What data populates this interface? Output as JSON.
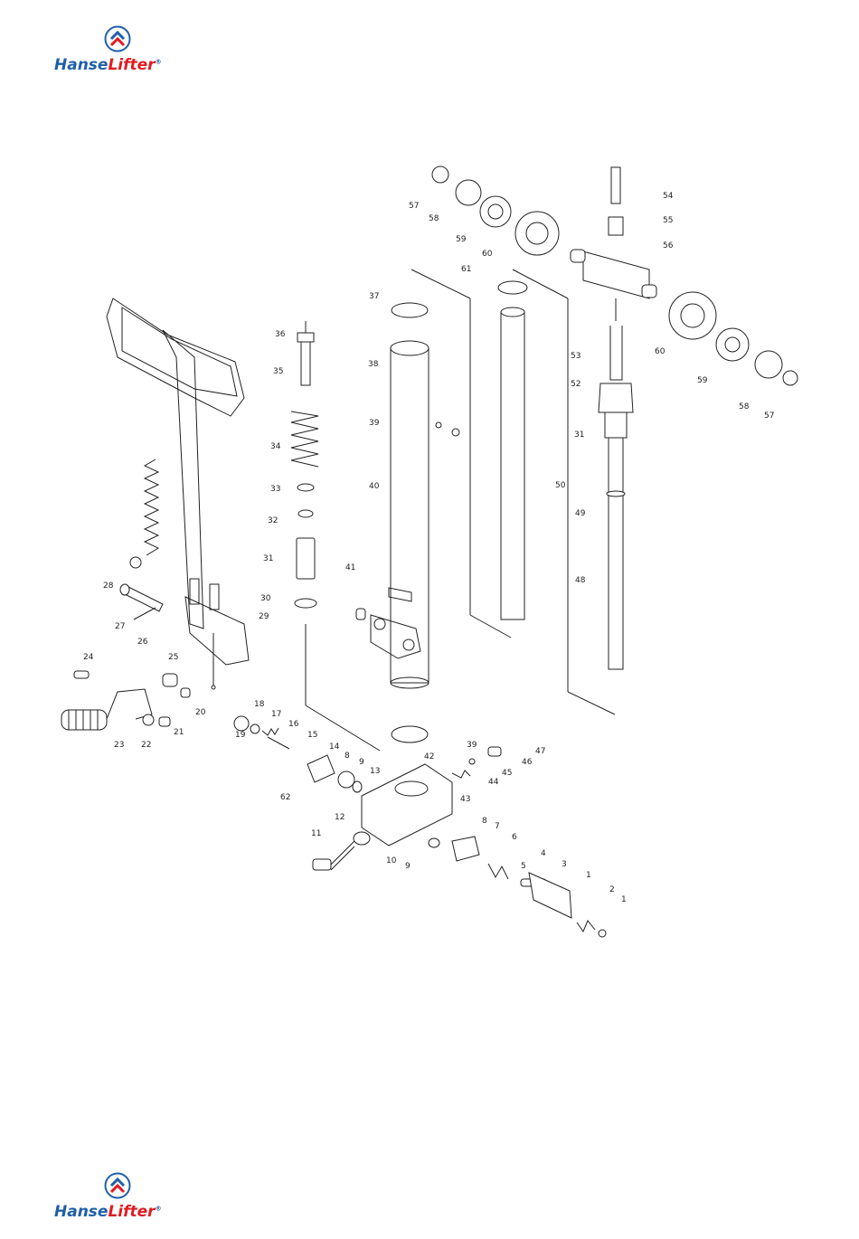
{
  "brand": {
    "name_part1": "Hanse",
    "name_part2": "Lifter",
    "mark": "®",
    "colors": {
      "blue": "#1f5fa8",
      "red": "#e11b22"
    },
    "icon": "chevron-up-emblem-icon"
  },
  "callouts": [
    "1",
    "1",
    "2",
    "3",
    "4",
    "5",
    "6",
    "7",
    "8",
    "8",
    "9",
    "9",
    "10",
    "11",
    "12",
    "13",
    "14",
    "15",
    "16",
    "17",
    "18",
    "19",
    "20",
    "21",
    "22",
    "23",
    "24",
    "25",
    "26",
    "27",
    "28",
    "29",
    "30",
    "31",
    "31",
    "32",
    "33",
    "34",
    "35",
    "36",
    "37",
    "38",
    "39",
    "39",
    "40",
    "41",
    "42",
    "43",
    "44",
    "45",
    "46",
    "47",
    "48",
    "49",
    "50",
    "52",
    "53",
    "54",
    "55",
    "56",
    "57",
    "57",
    "58",
    "58",
    "59",
    "59",
    "60",
    "60",
    "61",
    "62"
  ]
}
